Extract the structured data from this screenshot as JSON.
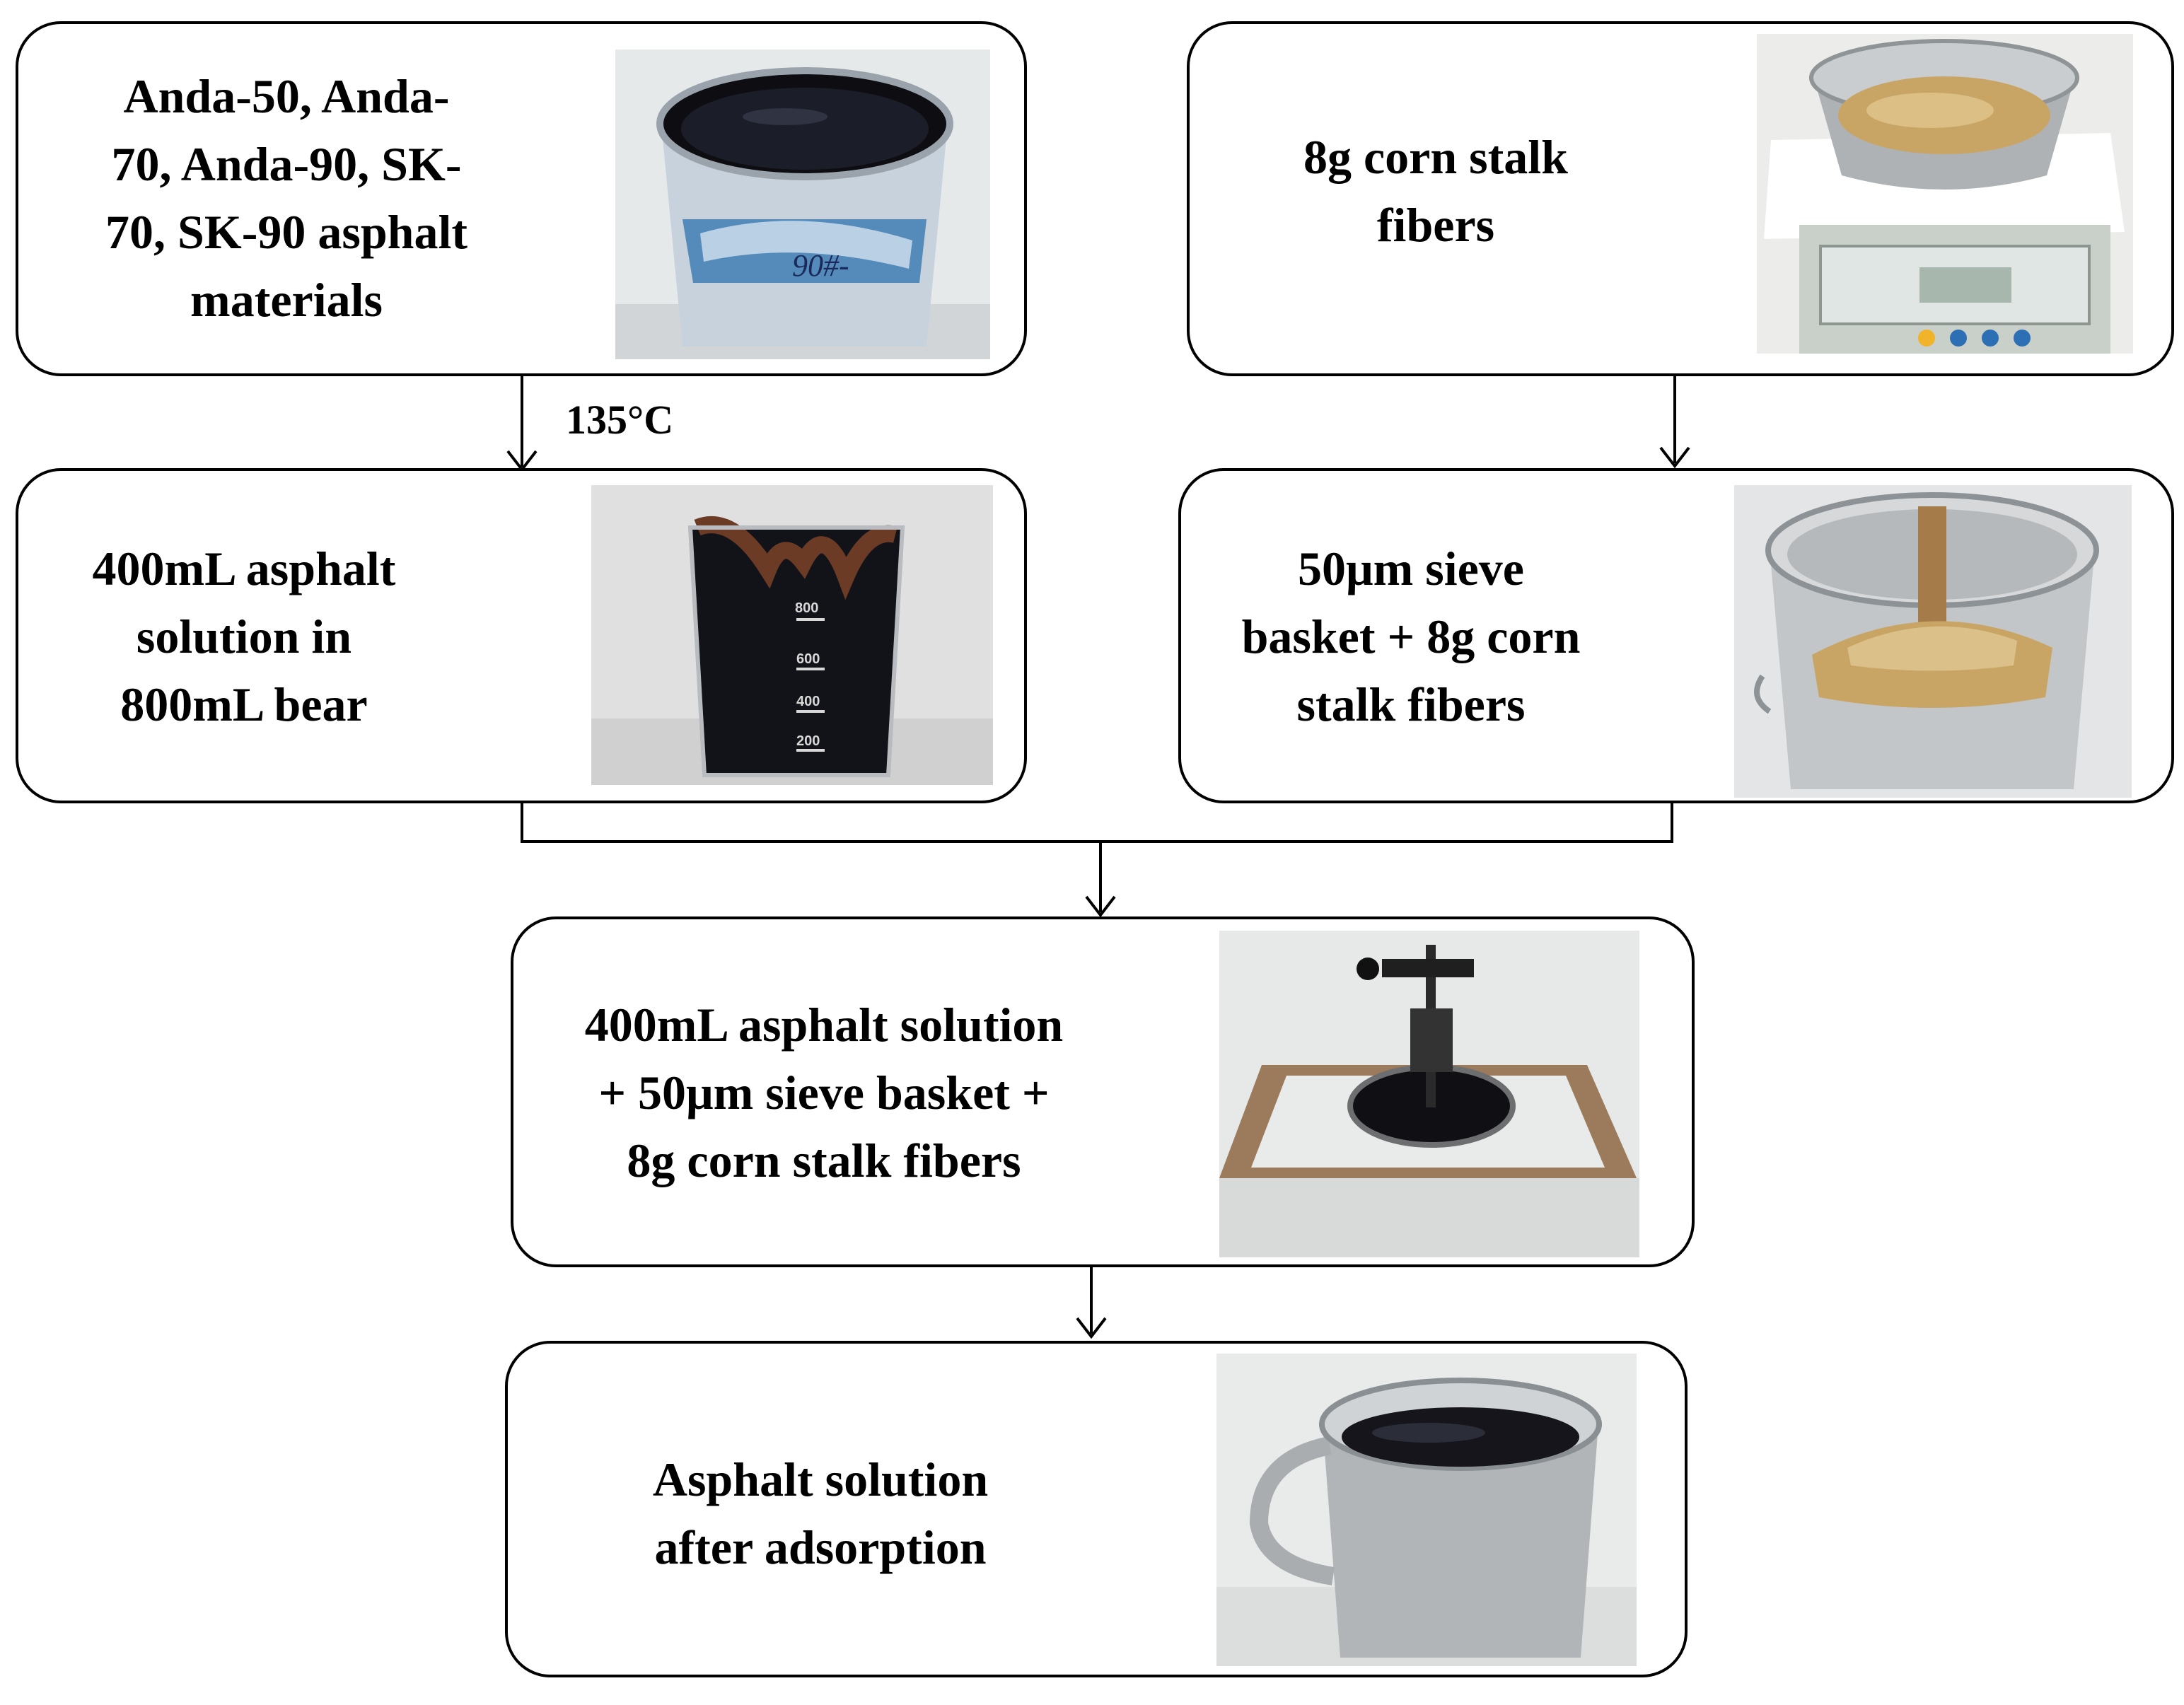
{
  "steps": {
    "asphalt_materials": {
      "label": "Anda-50, Anda-\n70, Anda-90, SK-\n70, SK-90 asphalt\nmaterials",
      "photo": "asphalt-bucket-photo"
    },
    "corn_fibers": {
      "label": "8g corn stalk\nfibers",
      "photo": "scale-bowl-fibers-photo"
    },
    "asphalt_solution": {
      "label": "400mL asphalt\nsolution in\n800mL bear",
      "photo": "beaker-asphalt-photo"
    },
    "sieve_basket": {
      "label": "50μm sieve\nbasket + 8g corn\nstalk fibers",
      "photo": "sieve-basket-photo"
    },
    "combined": {
      "label": "400mL asphalt solution\n+ 50μm sieve basket +\n8g corn stalk fibers",
      "photo": "heating-apparatus-photo"
    },
    "after_adsorption": {
      "label": "Asphalt solution\nafter adsorption",
      "photo": "metal-cup-photo"
    }
  },
  "arrows": {
    "temperature": "135°C"
  },
  "beaker_marks": [
    "800",
    "600",
    "400",
    "200"
  ],
  "bucket_scrawl": "90#-",
  "colors": {
    "stroke": "#000000",
    "asphalt": "#14141c",
    "fiber": "#c9a565",
    "steel": "#b8bcc0"
  }
}
